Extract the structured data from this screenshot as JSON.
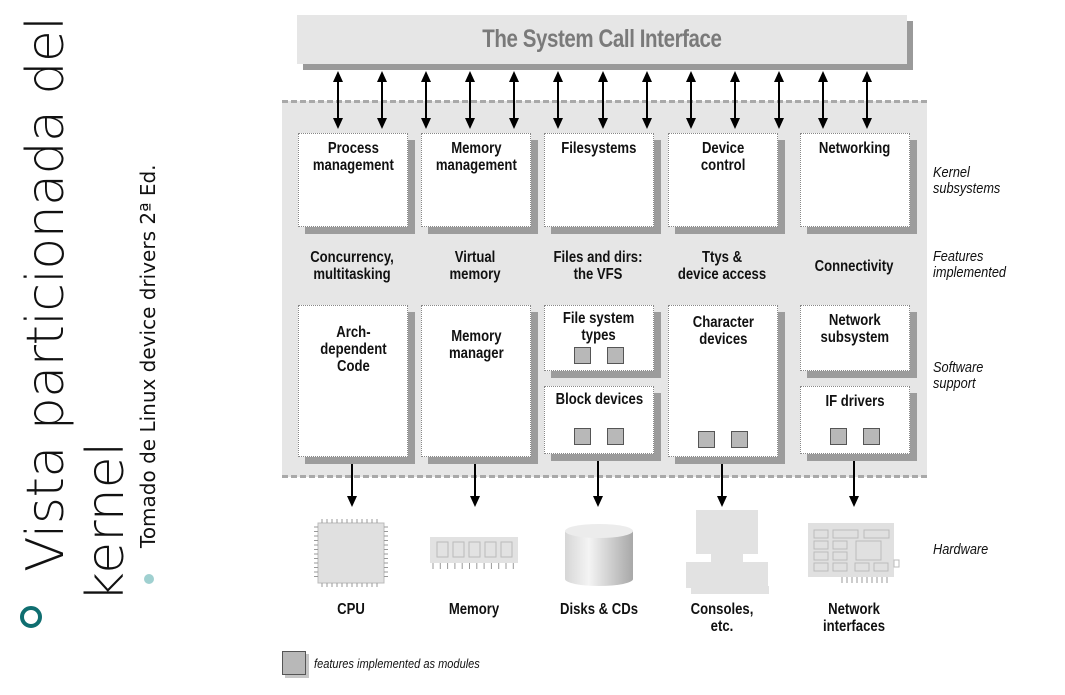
{
  "slide": {
    "title": [
      "Vista particionada del",
      "kernel"
    ],
    "subtitle": "Tomado de Linux device drivers 2ª Ed."
  },
  "diagram": {
    "syscall_interface": "The System Call Interface",
    "row_labels": {
      "kernel_subsystems": "Kernel\nsubsystems",
      "features_implemented": "Features\nimplemented",
      "software_support": "Software\nsupport",
      "hardware": "Hardware"
    },
    "subsystems": [
      {
        "name": "Process\nmanagement",
        "feature": "Concurrency,\nmultitasking",
        "support": "Arch-\ndependent\nCode",
        "hardware": "CPU",
        "hardware_icon": "cpu-chip-icon"
      },
      {
        "name": "Memory\nmanagement",
        "feature": "Virtual\nmemory",
        "support": "Memory\nmanager",
        "hardware": "Memory",
        "hardware_icon": "memory-module-icon"
      },
      {
        "name": "Filesystems",
        "feature": "Files and dirs:\nthe VFS",
        "support_top": "File system\ntypes",
        "support": "Block devices",
        "hardware": "Disks & CDs",
        "hardware_icon": "disk-cylinder-icon"
      },
      {
        "name": "Device\ncontrol",
        "feature": "Ttys &\ndevice access",
        "support": "Character\ndevices",
        "hardware": "Consoles,\netc.",
        "hardware_icon": "console-computer-icon"
      },
      {
        "name": "Networking",
        "feature": "Connectivity",
        "support_top": "Network\nsubsystem",
        "support": "IF drivers",
        "hardware": "Network\ninterfaces",
        "hardware_icon": "network-card-icon"
      }
    ],
    "legend": "features implemented as modules",
    "syscall_arrow_count": 13
  }
}
